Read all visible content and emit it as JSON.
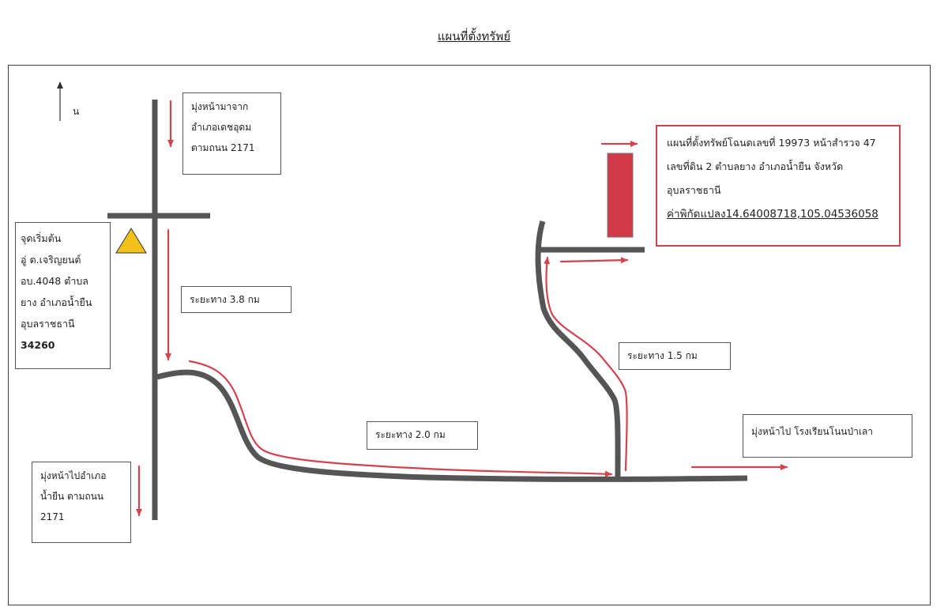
{
  "title": "แผนที่ตั้งทรัพย์",
  "north_label": "น",
  "boxes": {
    "from_top": [
      "มุ่งหน้ามาจาก",
      "อำเภอเดชอุดม",
      "ตามถนน 2171"
    ],
    "start": {
      "lines": [
        "จุดเริ่มต้น",
        "อู่ ต.เจริญยนต์",
        "อบ.4048 ตำบล",
        "ยาง อำเภอน้ำยืน",
        "อุบลราชธานี",
        "34260"
      ]
    },
    "distance_1": "ระยะทาง 3.8 กม",
    "distance_2": "ระยะทาง 2.0 กม",
    "distance_3": "ระยะทาง 1.5 กม",
    "to_bottom": [
      "มุ่งหน้าไปอำเภอ",
      "น้ำยืน ตามถนน",
      "2171"
    ],
    "to_right": "มุ่งหน้าไป โรงเรียนโนนป่าเลา",
    "target": {
      "lines": [
        "แผนที่ตั้งทรัพย์โฉนดเลขที่ 19973 หน้าสำรวจ 47",
        "เลขที่ดิน 2 ตำบลยาง อำเภอน้ำยืน จังหวัด",
        "อุบลราชธานี"
      ],
      "coordinates": "ค่าพิกัดแปลง14.64008718,105.04536058"
    }
  },
  "colors": {
    "road": "#555555",
    "route": "#d2424f",
    "property": "#d23a4a",
    "landmark": "#f2c21b"
  }
}
